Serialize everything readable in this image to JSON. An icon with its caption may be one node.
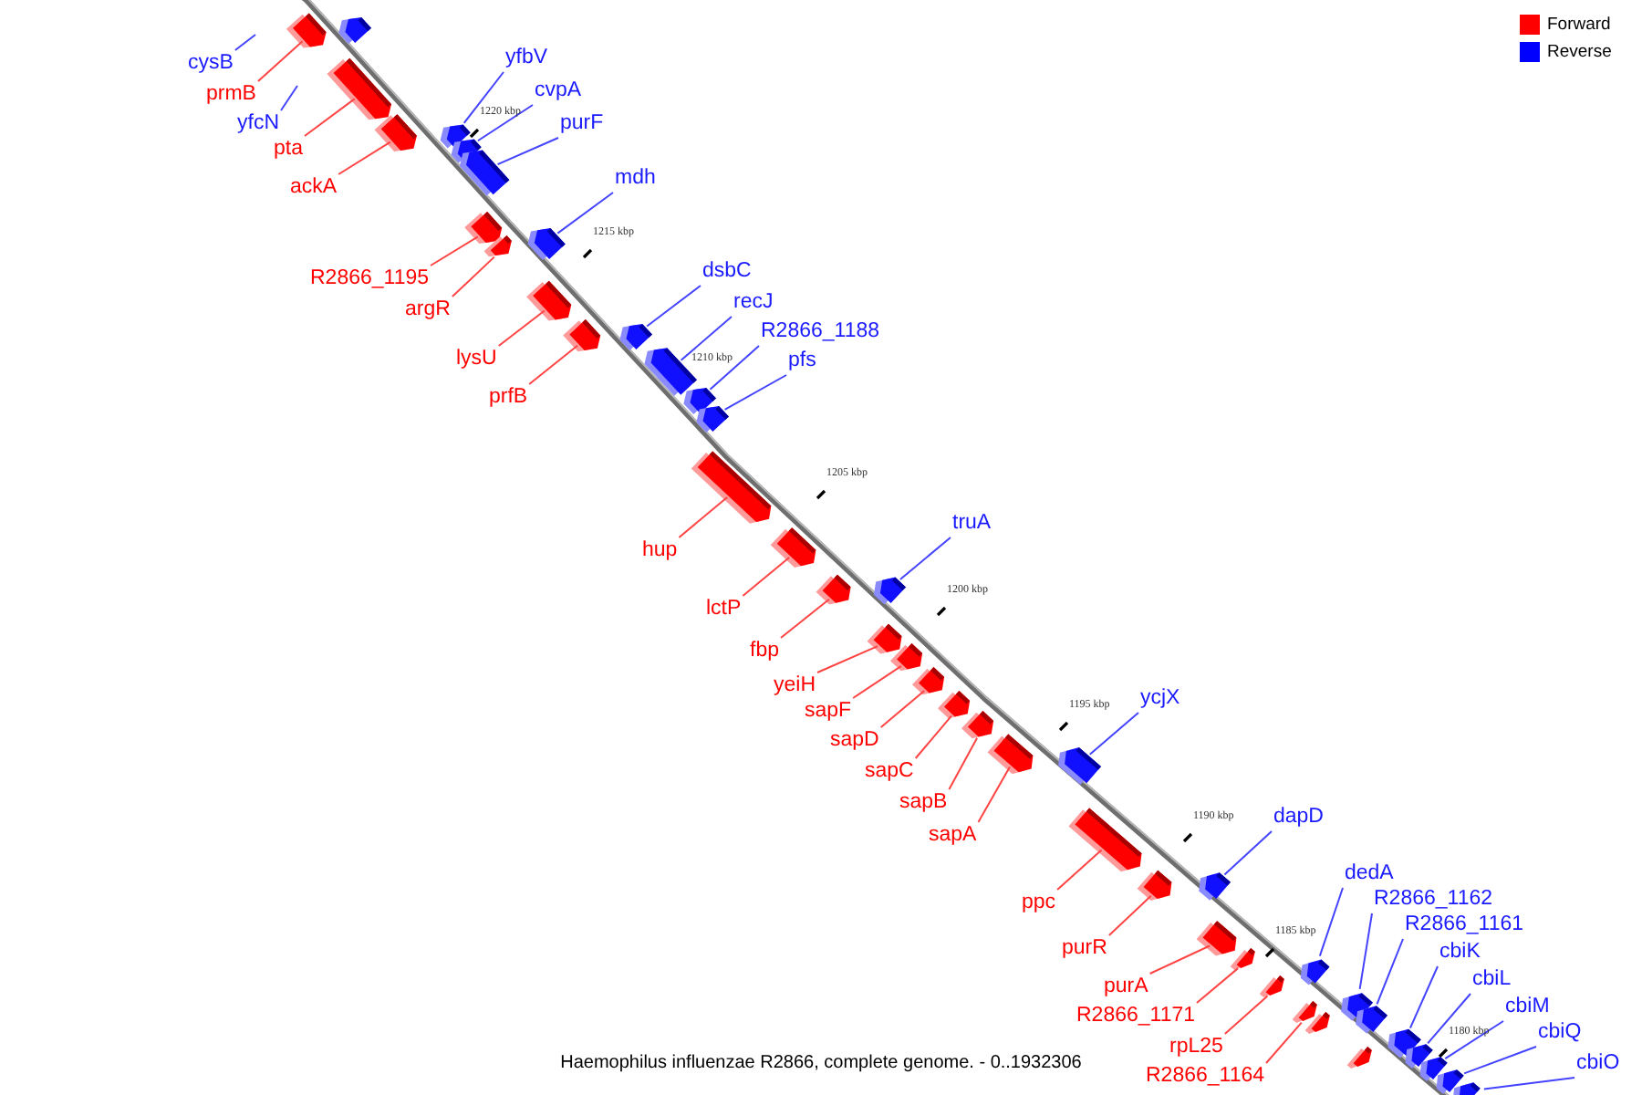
{
  "diagram": {
    "caption": "Haemophilus influenzae R2866, complete genome. - 0..1932306",
    "nodes": [
      {
        "text": [],
        "shape": "box"
      },
      {
        "text": [
          "cysB"
        ]
      },
      {
        "text": [
          "prmB"
        ]
      },
      {
        "text": [],
        "shape": "box"
      },
      {
        "text": [
          "yfcN"
        ]
      },
      {
        "text": [
          "yfbV"
        ]
      },
      {
        "text": [],
        "shape": "box"
      },
      {
        "text": [
          "cvpA"
        ]
      },
      {
        "text": [],
        "shape": "box"
      },
      {
        "text": [
          "purF"
        ]
      },
      {
        "text": [],
        "shape": "box"
      },
      {
        "text": [
          "pta"
        ]
      },
      {
        "text": [],
        "shape": "box"
      },
      {
        "text": [
          "ackA"
        ]
      },
      {
        "text": [],
        "shape": "box"
      },
      {
        "text": [
          "mdh"
        ]
      },
      {
        "text": [],
        "shape": "box"
      },
      {
        "text": [
          "R2866_1195"
        ]
      },
      {
        "text": [],
        "shape": "box"
      },
      {
        "text": [
          "argR"
        ]
      },
      {
        "text": [],
        "shape": "box"
      },
      {
        "text": [
          "dsbC"
        ]
      },
      {
        "text": [],
        "shape": "box"
      },
      {
        "text": [
          "lysU"
        ]
      },
      {
        "text": [],
        "shape": "box"
      },
      {
        "text": [
          "recJ"
        ]
      },
      {
        "text": [],
        "shape": "box"
      },
      {
        "text": [
          "prfB"
        ]
      },
      {
        "text": [],
        "shape": "box"
      },
      {
        "text": [
          "R2866_1188"
        ]
      },
      {
        "text": [],
        "shape": "box"
      },
      {
        "text": [
          "pfs"
        ]
      },
      {
        "text": [],
        "shape": "box"
      },
      {
        "text": [
          "hup"
        ]
      },
      {
        "text": [],
        "shape": "box"
      },
      {
        "text": [
          "lctP"
        ]
      },
      {
        "text": [],
        "shape": "box"
      },
      {
        "text": [
          "truA"
        ]
      },
      {
        "text": [],
        "shape": "box"
      },
      {
        "text": [
          "fbp"
        ]
      },
      {
        "text": [],
        "shape": "box"
      },
      {
        "text": [
          "yeiH"
        ]
      },
      {
        "text": [],
        "shape": "box"
      },
      {
        "text": [
          "sapF"
        ]
      },
      {
        "text": [],
        "shape": "box"
      },
      {
        "text": [
          "sapD"
        ]
      },
      {
        "text": [],
        "shape": "box"
      },
      {
        "text": [
          "sapC"
        ]
      },
      {
        "text": [],
        "shape": "box"
      },
      {
        "text": [
          "sapB"
        ]
      },
      {
        "text": [],
        "shape": "box"
      },
      {
        "text": [
          "sapA"
        ]
      },
      {
        "text": [],
        "shape": "box"
      },
      {
        "text": [
          "ycjX"
        ]
      },
      {
        "text": [],
        "shape": "box"
      },
      {
        "text": [
          "ppc"
        ]
      },
      {
        "text": [],
        "shape": "box"
      },
      {
        "text": [
          "purR"
        ]
      },
      {
        "text": [],
        "shape": "box"
      },
      {
        "text": [
          "dapD"
        ]
      },
      {
        "text": [],
        "shape": "box"
      },
      {
        "text": [
          "purA"
        ]
      },
      {
        "text": [],
        "shape": "box"
      },
      {
        "text": [
          "R2866_1171"
        ]
      },
      {
        "text": [],
        "shape": "box"
      },
      {
        "text": [
          "rpL25"
        ]
      },
      {
        "text": [],
        "shape": "box"
      },
      {
        "text": [
          "dedA"
        ]
      },
      {
        "text": [],
        "shape": "box"
      },
      {
        "text": [
          "R2866_1164"
        ]
      },
      {
        "text": [],
        "shape": "box"
      },
      {
        "text": [],
        "shape": "box"
      },
      {
        "text": [
          "R2866_1162"
        ]
      },
      {
        "text": [],
        "shape": "box"
      },
      {
        "text": [
          "R2866_1161"
        ]
      },
      {
        "text": [],
        "shape": "box"
      },
      {
        "text": [],
        "shape": "box"
      },
      {
        "text": [
          "cbiK"
        ]
      },
      {
        "text": [],
        "shape": "box"
      },
      {
        "text": [
          "cbiL"
        ]
      },
      {
        "text": [],
        "shape": "box"
      },
      {
        "text": [
          "cbiM"
        ]
      },
      {
        "text": [],
        "shape": "box"
      },
      {
        "text": [
          "cbiQ"
        ]
      },
      {
        "text": [],
        "shape": "box"
      },
      {
        "text": [
          "cbiO"
        ]
      },
      {
        "text": [],
        "shape": "box"
      }
    ],
    "edges": [
      {
        "from": 1,
        "to": null,
        "arrow": "none",
        "color": "#4444ff"
      },
      {
        "from": 2,
        "to": 3,
        "arrow": "none",
        "color": "#ff4444"
      },
      {
        "from": 4,
        "to": null,
        "arrow": "none",
        "color": "#4444ff"
      },
      {
        "from": 5,
        "to": 6,
        "arrow": "none",
        "color": "#4444ff"
      },
      {
        "from": 7,
        "to": 8,
        "arrow": "none",
        "color": "#4444ff"
      },
      {
        "from": 9,
        "to": 10,
        "arrow": "none",
        "color": "#4444ff"
      },
      {
        "from": 11,
        "to": 12,
        "arrow": "none",
        "color": "#ff4444"
      },
      {
        "from": 13,
        "to": 14,
        "arrow": "none",
        "color": "#ff4444"
      },
      {
        "from": 15,
        "to": 16,
        "arrow": "none",
        "color": "#4444ff"
      },
      {
        "from": 17,
        "to": 18,
        "arrow": "none",
        "color": "#ff4444"
      },
      {
        "from": 19,
        "to": 20,
        "arrow": "none",
        "color": "#ff4444"
      },
      {
        "from": 21,
        "to": 22,
        "arrow": "none",
        "color": "#4444ff"
      },
      {
        "from": 23,
        "to": 24,
        "arrow": "none",
        "color": "#ff4444"
      },
      {
        "from": 25,
        "to": 26,
        "arrow": "none",
        "color": "#4444ff"
      },
      {
        "from": 27,
        "to": 28,
        "arrow": "none",
        "color": "#ff4444"
      },
      {
        "from": 29,
        "to": 30,
        "arrow": "none",
        "color": "#4444ff"
      },
      {
        "from": 31,
        "to": 32,
        "arrow": "none",
        "color": "#4444ff"
      },
      {
        "from": 33,
        "to": 34,
        "arrow": "none",
        "color": "#ff4444"
      },
      {
        "from": 35,
        "to": 36,
        "arrow": "none",
        "color": "#ff4444"
      },
      {
        "from": 37,
        "to": 38,
        "arrow": "none",
        "color": "#4444ff"
      },
      {
        "from": 39,
        "to": 40,
        "arrow": "none",
        "color": "#ff4444"
      },
      {
        "from": 41,
        "to": 42,
        "arrow": "none",
        "color": "#ff4444"
      },
      {
        "from": 43,
        "to": 44,
        "arrow": "none",
        "color": "#ff4444"
      },
      {
        "from": 45,
        "to": 46,
        "arrow": "none",
        "color": "#ff4444"
      },
      {
        "from": 47,
        "to": 48,
        "arrow": "none",
        "color": "#ff4444"
      },
      {
        "from": 49,
        "to": 50,
        "arrow": "none",
        "color": "#ff4444"
      },
      {
        "from": 51,
        "to": 52,
        "arrow": "none",
        "color": "#ff4444"
      },
      {
        "from": 53,
        "to": 54,
        "arrow": "none",
        "color": "#4444ff"
      },
      {
        "from": 55,
        "to": 56,
        "arrow": "none",
        "color": "#ff4444"
      },
      {
        "from": 57,
        "to": 58,
        "arrow": "none",
        "color": "#ff4444"
      },
      {
        "from": 59,
        "to": 60,
        "arrow": "none",
        "color": "#4444ff"
      },
      {
        "from": 61,
        "to": 62,
        "arrow": "none",
        "color": "#ff4444"
      },
      {
        "from": 63,
        "to": 64,
        "arrow": "none",
        "color": "#ff4444"
      },
      {
        "from": 65,
        "to": 66,
        "arrow": "none",
        "color": "#ff4444"
      },
      {
        "from": 67,
        "to": 68,
        "arrow": "none",
        "color": "#4444ff"
      },
      {
        "from": 69,
        "to": 70,
        "arrow": "none",
        "color": "#ff4444"
      },
      {
        "from": 72,
        "to": 73,
        "arrow": "none",
        "color": "#4444ff"
      },
      {
        "from": 74,
        "to": 75,
        "arrow": "none",
        "color": "#4444ff"
      },
      {
        "from": 77,
        "to": 78,
        "arrow": "none",
        "color": "#4444ff"
      },
      {
        "from": 79,
        "to": 80,
        "arrow": "none",
        "color": "#4444ff"
      },
      {
        "from": 81,
        "to": 82,
        "arrow": "none",
        "color": "#4444ff"
      },
      {
        "from": 83,
        "to": 84,
        "arrow": "none",
        "color": "#4444ff"
      },
      {
        "from": 85,
        "to": 86,
        "arrow": "none",
        "color": "#4444ff"
      }
    ],
    "labels": [
      "1220 kbp",
      "1215 kbp",
      "1210 kbp",
      "1205 kbp",
      "1200 kbp",
      "1195 kbp",
      "1190 kbp",
      "1185 kbp",
      "1180 kbp"
    ],
    "legend": [
      {
        "text": "Forward",
        "color": "#ff0000"
      },
      {
        "text": "Reverse",
        "color": "#0000ff"
      }
    ]
  }
}
